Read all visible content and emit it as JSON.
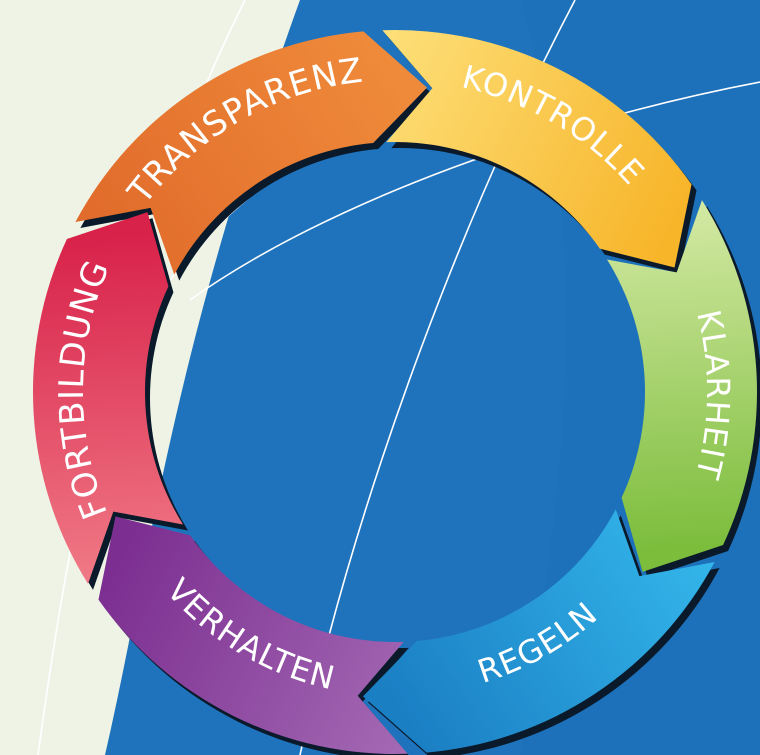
{
  "diagram": {
    "colors": {
      "background_light": "#eef3e6",
      "globe_blue": "#1f73bd",
      "globe_blue_dark": "#1565ad",
      "grid_line": "#ffffff"
    },
    "segments": [
      {
        "id": "transparenz",
        "label": "TRANSPARENZ",
        "color_from": "#e06a2a",
        "color_to": "#ef8a3a"
      },
      {
        "id": "kontrolle",
        "label": "KONTROLLE",
        "color_from": "#fde07a",
        "color_to": "#f7b52a"
      },
      {
        "id": "klarheit",
        "label": "KLARHEIT",
        "color_from": "#d4e9a4",
        "color_to": "#7cbd3c"
      },
      {
        "id": "regeln",
        "label": "REGELN",
        "color_from": "#33b6ea",
        "color_to": "#1b7fc4"
      },
      {
        "id": "verhalten",
        "label": "VERHALTEN",
        "color_from": "#a46ab4",
        "color_to": "#7c2f91"
      },
      {
        "id": "fortbildung",
        "label": "FORTBILDUNG",
        "color_from": "#f07a86",
        "color_to": "#d8224a"
      }
    ]
  }
}
